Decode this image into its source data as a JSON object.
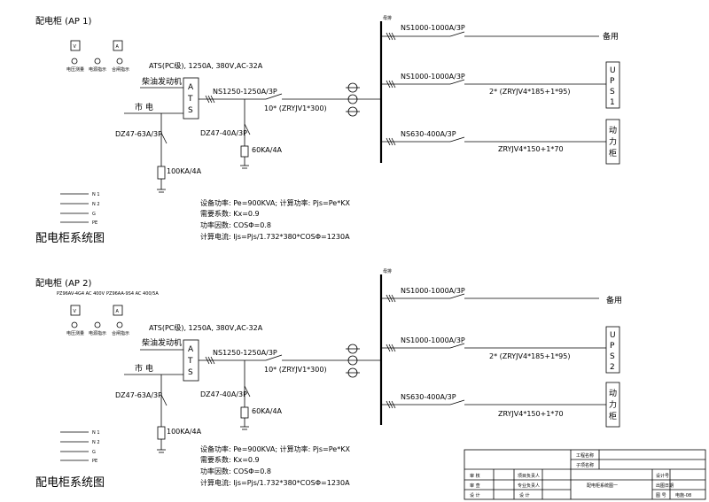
{
  "panels": [
    {
      "title": "配电柜 (AP 1)",
      "meter_v": "V",
      "meter_a": "A",
      "meter_labels": [
        "电压测量",
        "电源指示",
        "合闸指示"
      ],
      "meter_small_v": "",
      "meter_small_a": "",
      "ats_spec": "ATS(PC级), 1250A, 380V,AC-32A",
      "generator": "柴油发动机",
      "mains": "市 电",
      "ats_letters": [
        "A",
        "T",
        "S"
      ],
      "main_breaker": "NS1250-1250A/3P",
      "main_cable": "10* (ZRYJV1*300)",
      "dz_left": "DZ47-63A/3P",
      "dz_right": "DZ47-40A/3P",
      "arrester_left": "100KA/4A",
      "arrester_right": "60KA/4A",
      "bus_label": "母排",
      "bus_lines": [
        "N 1",
        "N 2",
        "G",
        "PE"
      ],
      "feeders": [
        {
          "breaker": "NS1000-1000A/3P",
          "load": "备用",
          "cable": ""
        },
        {
          "breaker": "NS1000-1000A/3P",
          "load": "UPS1",
          "load_letters": [
            "U",
            "P",
            "S",
            "1"
          ],
          "cable": "2* (ZRYJV4*185+1*95)"
        },
        {
          "breaker": "NS630-400A/3P",
          "load": "动力柜",
          "load_letters": [
            "动",
            "力",
            "柜"
          ],
          "cable": "ZRYJV4*150+1*70"
        }
      ],
      "calc": [
        "设备功率: Pe=900KVA; 计算功率: Pjs=Pe*KX",
        "需要系数: Kx=0.9",
        "功率因数: COSΦ=0.8",
        "计算电流: Ijs=Pjs/1.732*380*COSΦ=1230A"
      ],
      "footer": "配电柜系统图"
    },
    {
      "title": "配电柜 (AP 2)",
      "meter_v": "V",
      "meter_a": "A",
      "meter_labels": [
        "电压测量",
        "电源指示",
        "合闸指示"
      ],
      "meter_small_v": "PZ96AV-4G4 AC 400V",
      "meter_small_a": "PZ96AA-9S4 AC 400/5A",
      "ats_spec": "ATS(PC级), 1250A, 380V,AC-32A",
      "generator": "柴油发动机",
      "mains": "市 电",
      "ats_letters": [
        "A",
        "T",
        "S"
      ],
      "main_breaker": "NS1250-1250A/3P",
      "main_cable": "10* (ZRYJV1*300)",
      "dz_left": "DZ47-63A/3P",
      "dz_right": "DZ47-40A/3P",
      "arrester_left": "100KA/4A",
      "arrester_right": "60KA/4A",
      "bus_label": "母排",
      "bus_lines": [
        "N 1",
        "N 2",
        "G",
        "PE"
      ],
      "feeders": [
        {
          "breaker": "NS1000-1000A/3P",
          "load": "备用",
          "cable": ""
        },
        {
          "breaker": "NS1000-1000A/3P",
          "load": "UPS2",
          "load_letters": [
            "U",
            "P",
            "S",
            "2"
          ],
          "cable": "2* (ZRYJV4*185+1*95)"
        },
        {
          "breaker": "NS630-400A/3P",
          "load": "动力柜",
          "load_letters": [
            "动",
            "力",
            "柜"
          ],
          "cable": "ZRYJV4*150+1*70"
        }
      ],
      "calc": [
        "设备功率: Pe=900KVA; 计算功率: Pjs=Pe*KX",
        "需要系数: Kx=0.9",
        "功率因数: COSΦ=0.8",
        "计算电流: Ijs=Pjs/1.732*380*COSΦ=1230A"
      ],
      "footer": "配电柜系统图"
    }
  ],
  "title_block": {
    "project_name": "工程名称",
    "sub_name": "子项名称",
    "row_labels": [
      "审 核",
      "审 查",
      "设 计"
    ],
    "role_labels": [
      "项目负责人",
      "专业负责人",
      "设 计"
    ],
    "drawing_name": "配电柜系统图一",
    "right_labels": [
      "设计号",
      "出图日期",
      "图 号"
    ],
    "drawing_no": "电施-08"
  }
}
